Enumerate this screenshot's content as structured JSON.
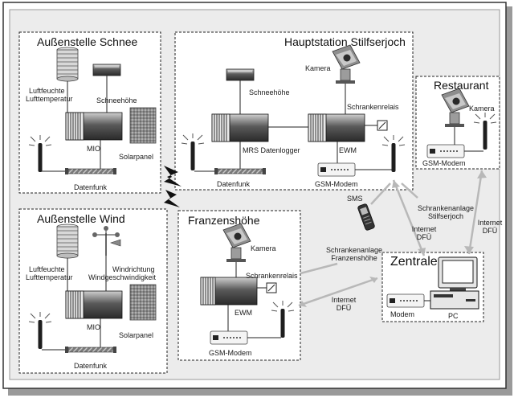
{
  "stations": {
    "schnee": {
      "title": "Außenstelle Schnee",
      "humidity_line1": "Luftfeuchte",
      "humidity_line2": "Lufttemperatur",
      "snow_depth": "Schneehöhe",
      "mio": "MIO",
      "solar": "Solarpanel",
      "radio": "Datenfunk"
    },
    "haupt": {
      "title": "Hauptstation Stilfserjoch",
      "camera": "Kamera",
      "snow_depth": "Schneehöhe",
      "barrier_relay": "Schrankenrelais",
      "logger": "MRS Datenlogger",
      "ewm": "EWM",
      "radio": "Datenfunk",
      "gsm": "GSM-Modem"
    },
    "restaurant": {
      "title": "Restaurant",
      "camera": "Kamera",
      "gsm": "GSM-Modem"
    },
    "wind": {
      "title": "Außenstelle Wind",
      "humidity_line1": "Luftfeuchte",
      "humidity_line2": "Lufttemperatur",
      "wind_line1": "Windrichtung",
      "wind_line2": "Windgeschwindigkeit",
      "mio": "MIO",
      "solar": "Solarpanel",
      "radio": "Datenfunk"
    },
    "franzen": {
      "title": "Franzenshöhe",
      "camera": "Kamera",
      "barrier_relay": "Schrankenrelais",
      "ewm": "EWM",
      "gsm": "GSM-Modem"
    },
    "zentrale": {
      "title": "Zentrale",
      "modem": "Modem",
      "pc": "PC"
    }
  },
  "links": {
    "sms": "SMS",
    "barrier_stilfs_line1": "Schrankenanlage",
    "barrier_stilfs_line2": "Stilfserjoch",
    "internet_dfu_1_line1": "Internet",
    "internet_dfu_1_line2": "DFÜ",
    "internet_dfu_2_line1": "Internet",
    "internet_dfu_2_line2": "DFÜ",
    "barrier_franzen_line1": "Schrankenanlage",
    "barrier_franzen_line2": "Franzenshöhe",
    "internet_dfu_3_line1": "Internet",
    "internet_dfu_3_line2": "DFÜ"
  }
}
